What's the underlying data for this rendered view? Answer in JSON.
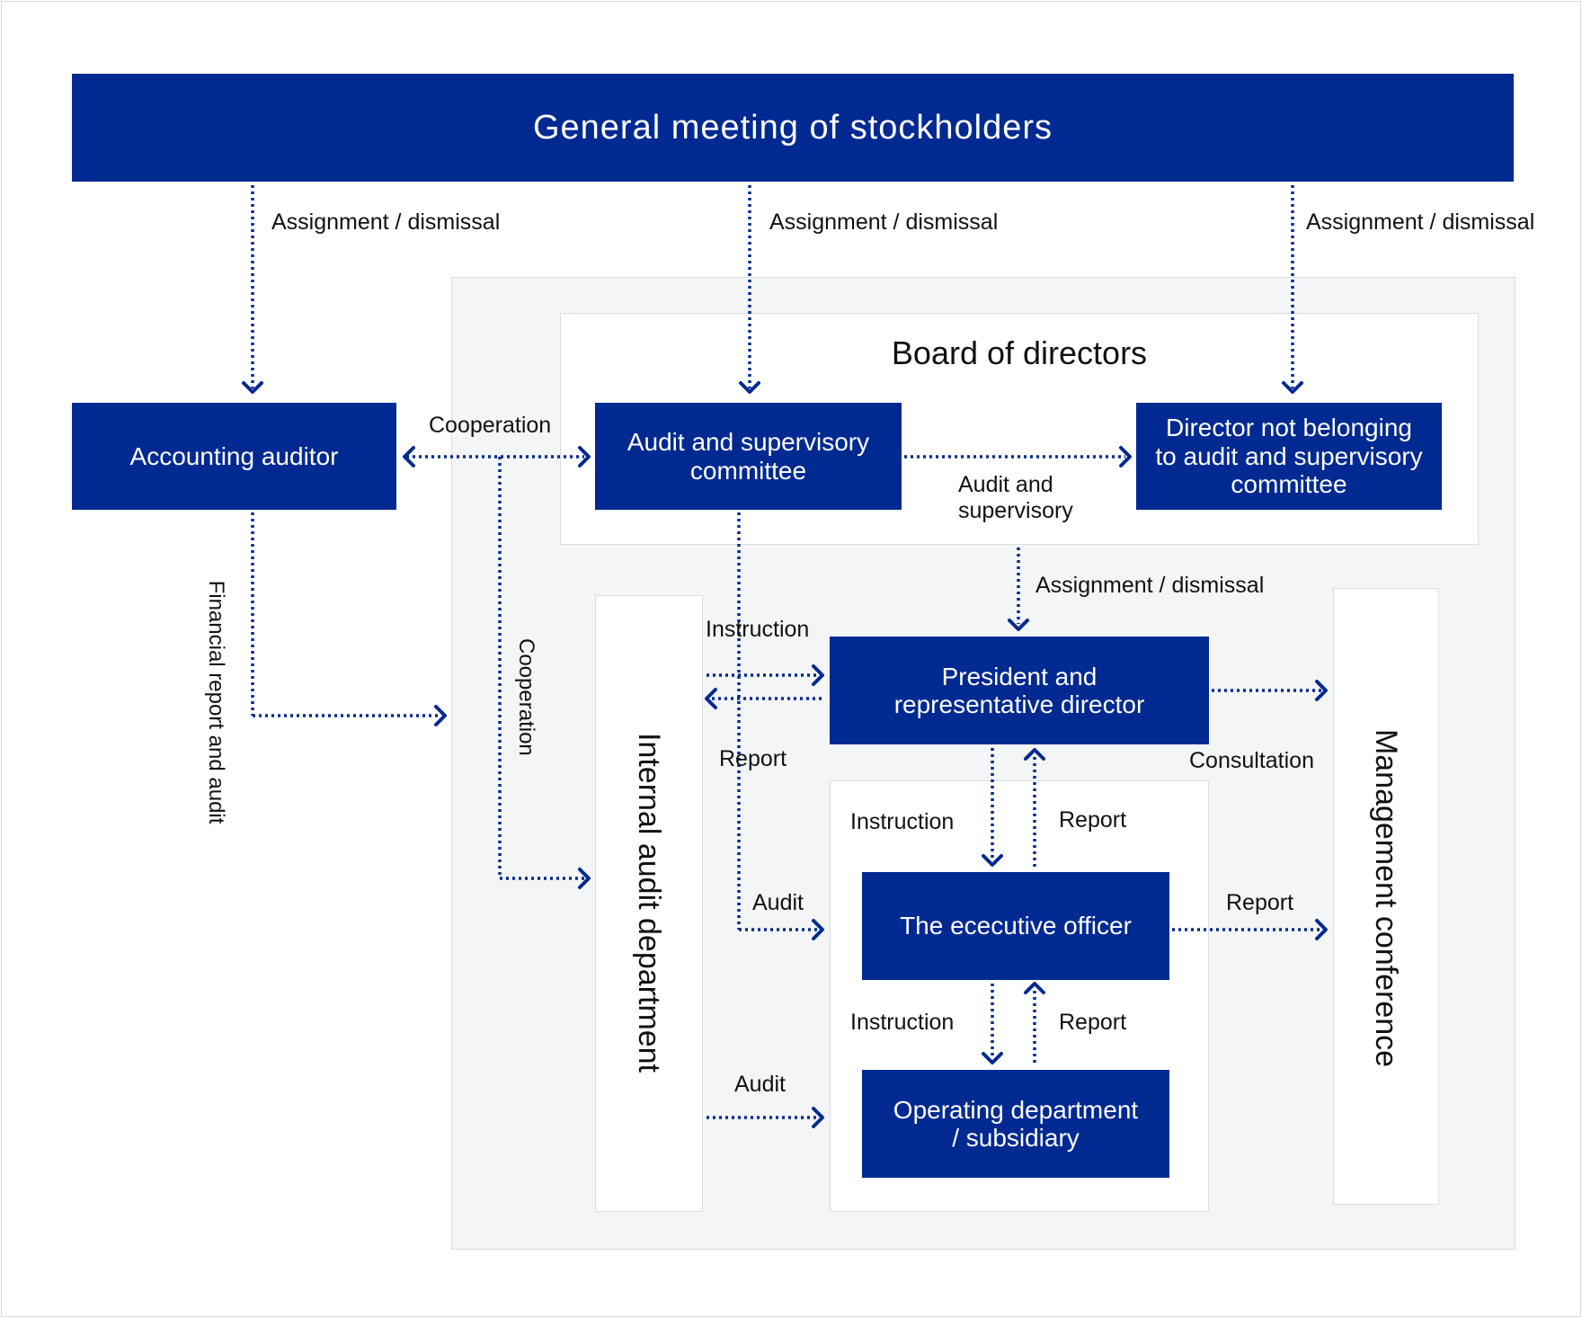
{
  "colors": {
    "navy": "#002a91",
    "panel": "#f4f5f7",
    "outline": "#dcdde2"
  },
  "boxes": {
    "general_meeting": "General meeting of stockholders",
    "board": "Board of directors",
    "accounting_auditor": "Accounting auditor",
    "audit_committee_l1": "Audit and supervisory",
    "audit_committee_l2": "committee",
    "director_l1": "Director not belonging",
    "director_l2": "to audit and supervisory",
    "director_l3": "committee",
    "president_l1": "President and",
    "president_l2": "representative director",
    "executive": "The ececutive officer",
    "operating_l1": "Operating department",
    "operating_l2": "/ subsidiary",
    "internal_audit": "Internal audit department",
    "management": "Management conference"
  },
  "labels": {
    "assign_1": "Assignment / dismissal",
    "assign_2": "Assignment / dismissal",
    "assign_3": "Assignment / dismissal",
    "assign_4": "Assignment / dismissal",
    "cooperation_h": "Cooperation",
    "cooperation_v": "Cooperation",
    "financial": "Financial report and audit",
    "audit_sup_l1": "Audit and",
    "audit_sup_l2": "supervisory",
    "instruction_1": "Instruction",
    "report_1": "Report",
    "consultation": "Consultation",
    "instruction_2": "Instruction",
    "report_2": "Report",
    "audit_1": "Audit",
    "report_3": "Report",
    "instruction_3": "Instruction",
    "report_4": "Report",
    "audit_2": "Audit"
  }
}
